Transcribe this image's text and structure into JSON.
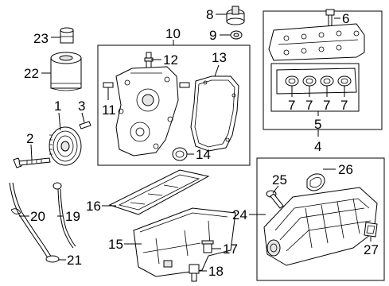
{
  "callouts": {
    "c1": "1",
    "c2": "2",
    "c3": "3",
    "c4": "4",
    "c5": "5",
    "c6": "6",
    "c7a": "7",
    "c7b": "7",
    "c7c": "7",
    "c7d": "7",
    "c8": "8",
    "c9": "9",
    "c10": "10",
    "c11": "11",
    "c12": "12",
    "c13": "13",
    "c14": "14",
    "c15": "15",
    "c16": "16",
    "c17": "17",
    "c18": "18",
    "c19": "19",
    "c20": "20",
    "c21": "21",
    "c22": "22",
    "c23": "23",
    "c24": "24",
    "c25": "25",
    "c26": "26",
    "c27": "27"
  }
}
